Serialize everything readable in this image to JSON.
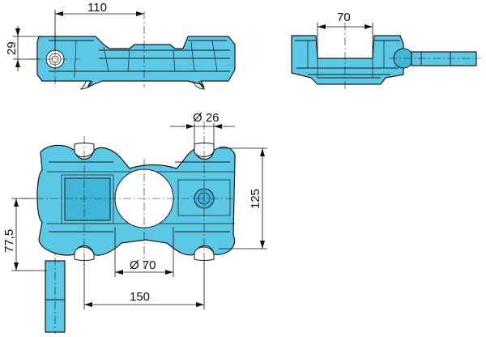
{
  "dimensions": {
    "top_width": "110",
    "height_side": "29",
    "top_right_width": "70",
    "hole_diameter": "Ø 26",
    "overall_height": "125",
    "offset_height": "77,5",
    "center_bore": "Ø 70",
    "hole_spacing": "150"
  },
  "colors": {
    "part_fill": "#5bc8e6",
    "outline": "#1a1a1a"
  }
}
